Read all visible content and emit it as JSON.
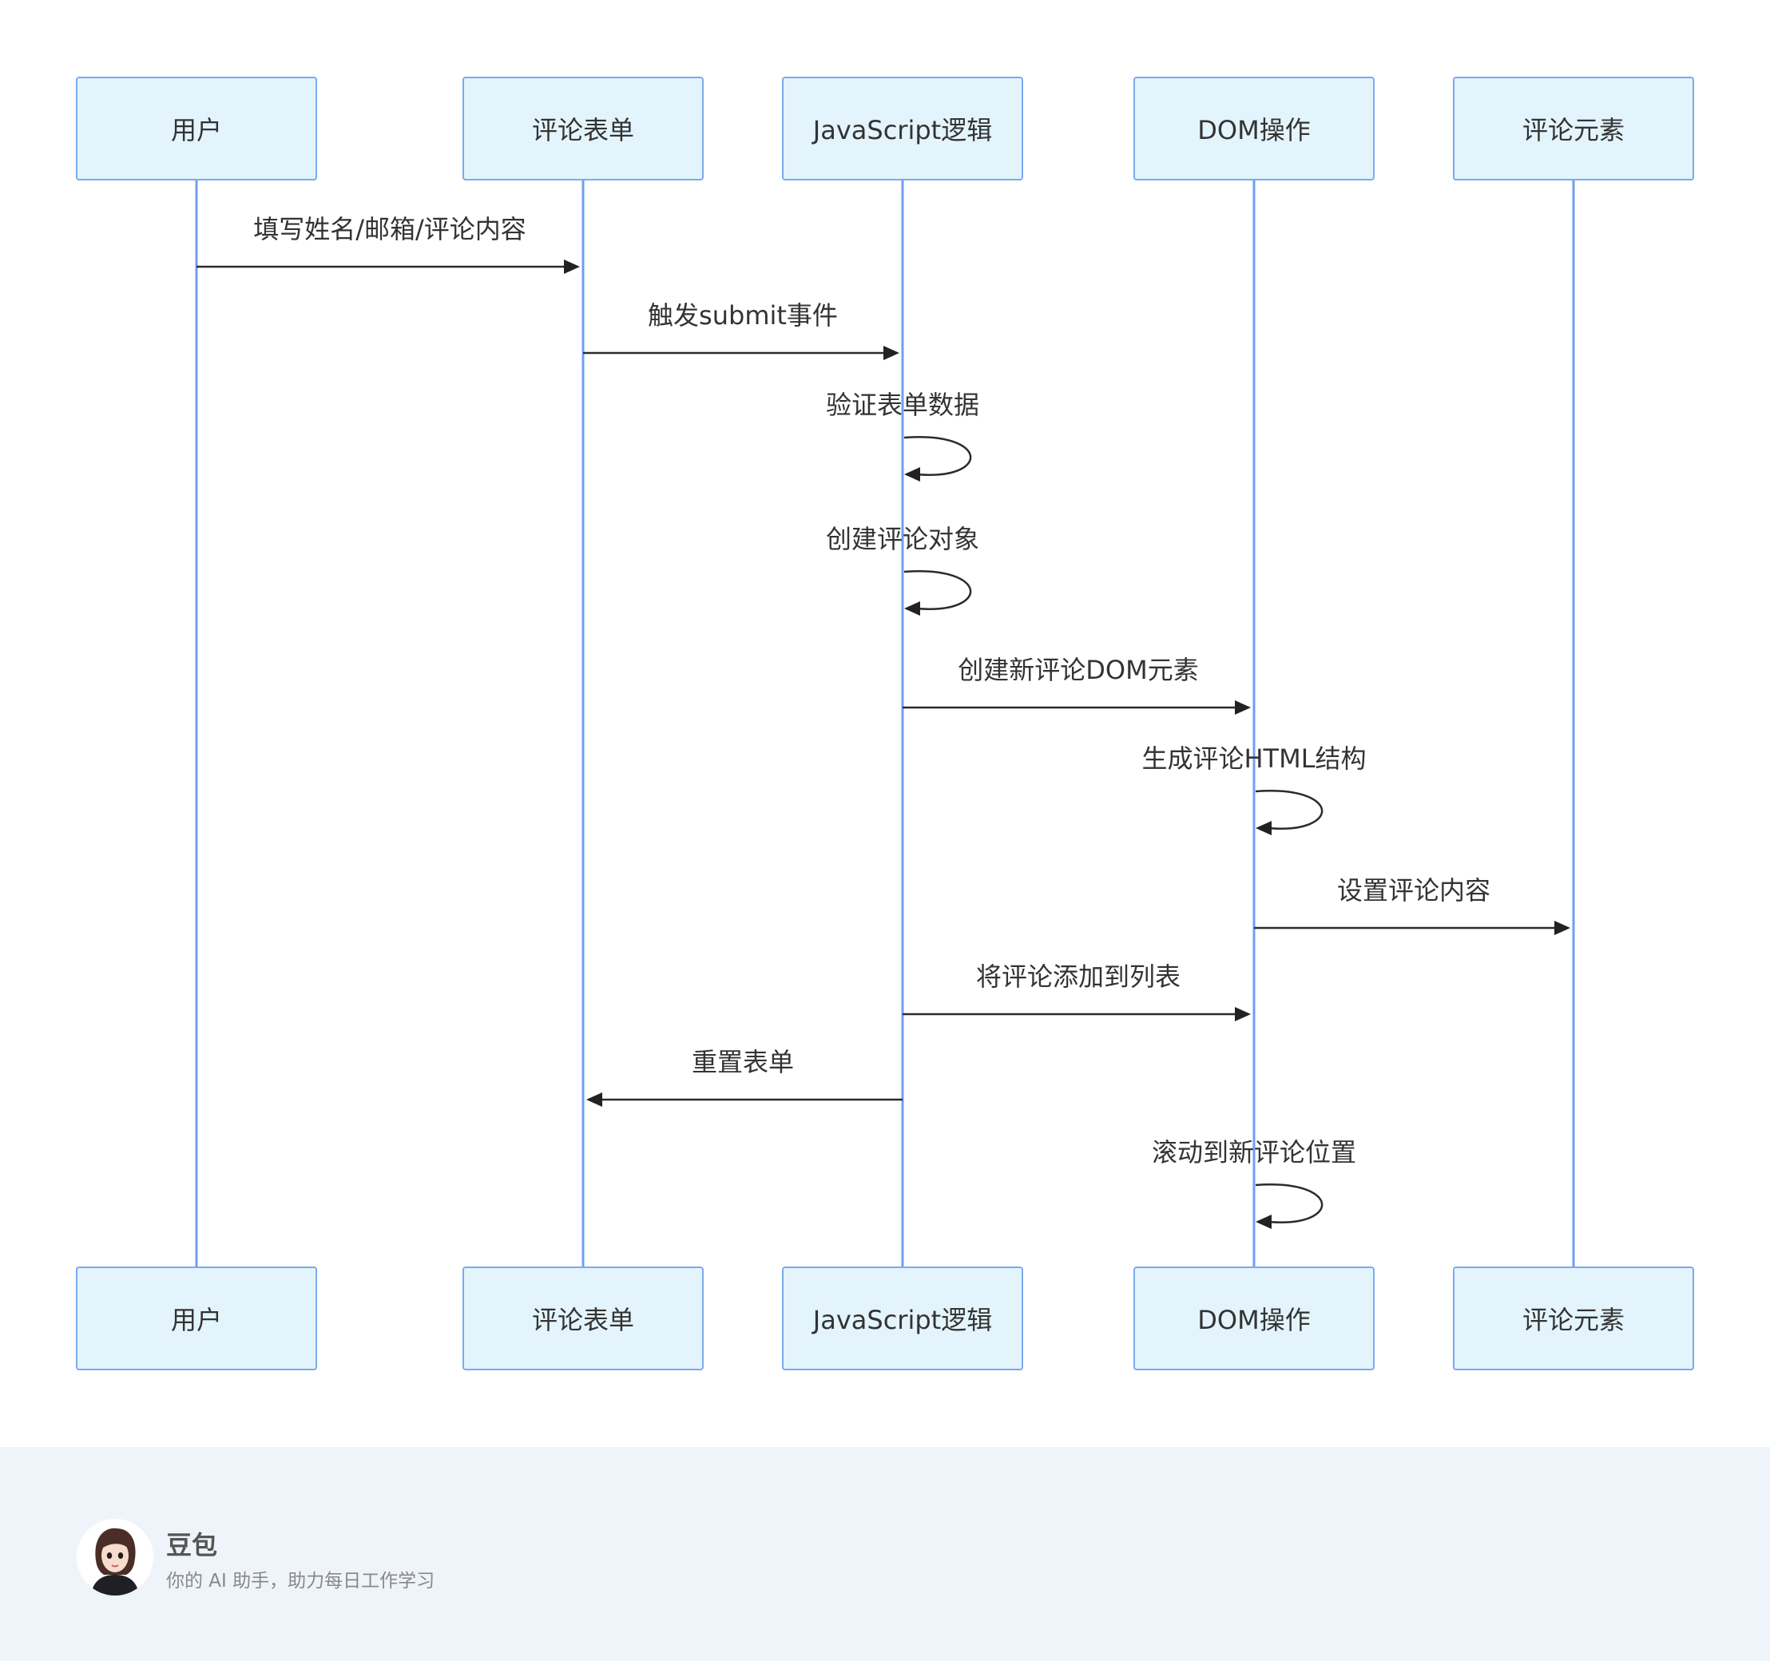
{
  "participants": [
    {
      "id": "user",
      "label": "用户"
    },
    {
      "id": "form",
      "label": "评论表单"
    },
    {
      "id": "js",
      "label": "JavaScript逻辑"
    },
    {
      "id": "dom",
      "label": "DOM操作"
    },
    {
      "id": "comment",
      "label": "评论元素"
    }
  ],
  "messages": [
    {
      "from": "user",
      "to": "form",
      "label": "填写姓名/邮箱/评论内容"
    },
    {
      "from": "form",
      "to": "js",
      "label": "触发submit事件"
    },
    {
      "from": "js",
      "to": "js",
      "label": "验证表单数据"
    },
    {
      "from": "js",
      "to": "js",
      "label": "创建评论对象"
    },
    {
      "from": "js",
      "to": "dom",
      "label": "创建新评论DOM元素"
    },
    {
      "from": "dom",
      "to": "dom",
      "label": "生成评论HTML结构"
    },
    {
      "from": "dom",
      "to": "comment",
      "label": "设置评论内容"
    },
    {
      "from": "js",
      "to": "dom",
      "label": "将评论添加到列表"
    },
    {
      "from": "js",
      "to": "form",
      "label": "重置表单"
    },
    {
      "from": "dom",
      "to": "dom",
      "label": "滚动到新评论位置"
    }
  ],
  "footer": {
    "name": "豆包",
    "tagline": "你的 AI 助手，助力每日工作学习"
  }
}
